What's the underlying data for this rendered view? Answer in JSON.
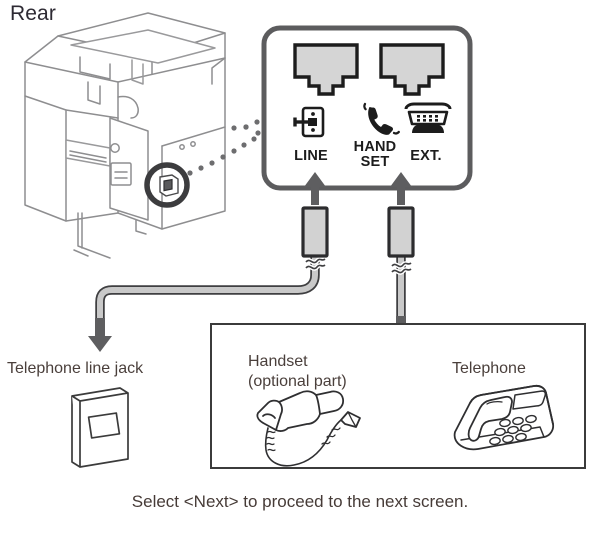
{
  "page": {
    "heading": "Rear",
    "footer_note": "Select <Next> to proceed to the next screen."
  },
  "device": {
    "name": "multifunction-printer-rear-view",
    "callout_highlight": "telephone-port-area"
  },
  "port_panel": {
    "ports": [
      {
        "id": "line",
        "label": "LINE",
        "icon": "wall-jack-icon",
        "jack_type": "rj11"
      },
      {
        "id": "handset",
        "label": "HAND\nSET",
        "label_line1": "HAND",
        "label_line2": "SET",
        "icon": "handset-receiver-icon",
        "jack_type": "none"
      },
      {
        "id": "ext",
        "label": "EXT.",
        "icon": "desk-telephone-icon",
        "jack_type": "rj11"
      }
    ]
  },
  "connections": [
    {
      "id": "line-cable",
      "from_port": "LINE",
      "to_target": "Telephone line jack",
      "routing": "down-left-down"
    },
    {
      "id": "ext-cable",
      "from_port": "EXT.",
      "to_target": "Telephone",
      "routing": "straight-down"
    }
  ],
  "targets": {
    "telephone_line_jack": {
      "label": "Telephone line jack",
      "icon": "wall-plate-jack-illustration"
    },
    "handset": {
      "label_line1": "Handset",
      "label_line2": "(optional part)",
      "icon": "handset-with-coiled-cord-illustration"
    },
    "telephone": {
      "label": "Telephone",
      "icon": "desk-telephone-illustration"
    }
  },
  "colors": {
    "ink": "#2d2a33",
    "caption": "#4a3f3b",
    "outline": "#58585a",
    "panel_border": "#5c5c5e",
    "jack_fill": "#d5d5d5",
    "jack_stroke": "#1c1c1c",
    "arrow": "#5e5e60",
    "cable_fill": "#c9c9c9",
    "box_border": "#3b3b3b"
  }
}
